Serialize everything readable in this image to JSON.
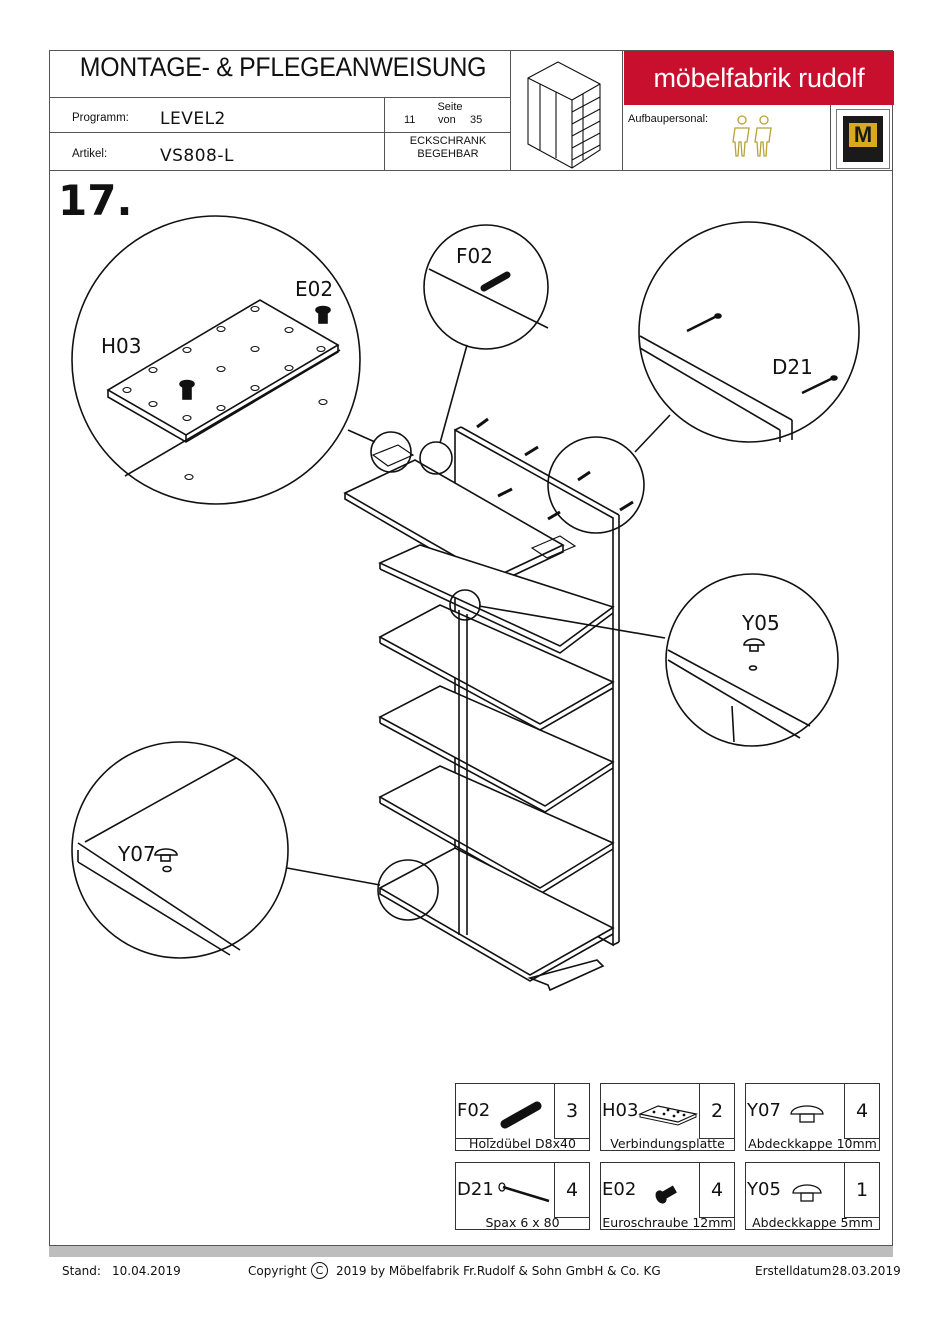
{
  "header": {
    "title": "MONTAGE- & PFLEGEANWEISUNG",
    "programm_label": "Programm:",
    "programm_value": "LEVEL2",
    "artikel_label": "Artikel:",
    "artikel_value": "VS808-L",
    "seite_label": "Seite",
    "seite_current": "11",
    "seite_von": "von",
    "seite_total": "35",
    "product_line1": "ECKSCHRANK",
    "product_line2": "BEGEHBAR",
    "brand": "möbelfabrik rudolf",
    "aufbau_label": "Aufbaupersonal:",
    "colors": {
      "brand_red": "#c8102e",
      "figure": "#b8a23a"
    }
  },
  "step_number": "17.",
  "callouts": {
    "h03": "H03",
    "e02": "E02",
    "f02": "F02",
    "d21": "D21",
    "y05": "Y05",
    "y07": "Y07"
  },
  "parts": [
    {
      "code": "F02",
      "qty": "3",
      "name": "Holzdübel D8x40",
      "icon": "dowel-icon"
    },
    {
      "code": "H03",
      "qty": "2",
      "name": "Verbindungsplatte",
      "icon": "connecting-plate-icon"
    },
    {
      "code": "Y07",
      "qty": "4",
      "name": "Abdeckkappe 10mm",
      "icon": "cover-cap-icon"
    },
    {
      "code": "D21",
      "qty": "4",
      "name": "Spax  6 x 80",
      "icon": "screw-icon"
    },
    {
      "code": "E02",
      "qty": "4",
      "name": "Euroschraube 12mm",
      "icon": "euro-screw-icon"
    },
    {
      "code": "Y05",
      "qty": "1",
      "name": "Abdeckkappe 5mm",
      "icon": "cover-cap-icon"
    }
  ],
  "footer": {
    "stand_label": "Stand:",
    "stand_date": "10.04.2019",
    "copyright_prefix": "Copyright",
    "copyright_symbol": "C",
    "copyright_text": "2019  by Möbelfabrik Fr.Rudolf & Sohn GmbH & Co. KG",
    "erstell_label": "Erstelldatum:",
    "erstell_date": "28.03.2019"
  }
}
